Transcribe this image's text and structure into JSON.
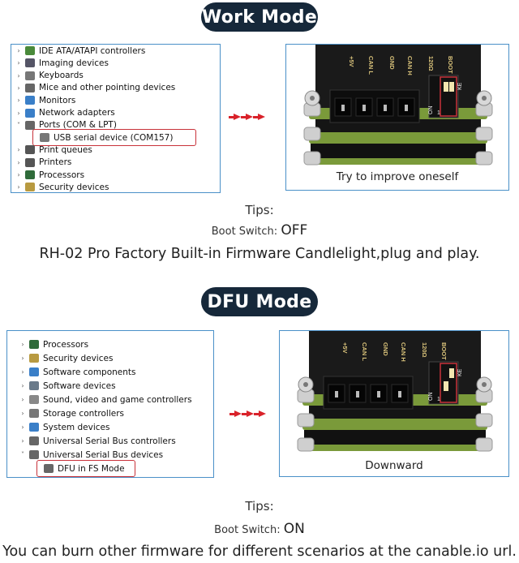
{
  "work": {
    "title": "Work Mode",
    "devices": [
      {
        "label": "IDE ATA/ATAPI controllers",
        "icon": "ide-controller-icon",
        "expanded": false
      },
      {
        "label": "Imaging devices",
        "icon": "camera-icon",
        "expanded": false
      },
      {
        "label": "Keyboards",
        "icon": "keyboard-icon",
        "expanded": false
      },
      {
        "label": "Mice and other pointing devices",
        "icon": "mouse-icon",
        "expanded": false
      },
      {
        "label": "Monitors",
        "icon": "monitor-icon",
        "expanded": false
      },
      {
        "label": "Network adapters",
        "icon": "network-adapter-icon",
        "expanded": false
      },
      {
        "label": "Ports (COM & LPT)",
        "icon": "port-icon",
        "expanded": true
      },
      {
        "label": "USB serial device (COM157)",
        "icon": "usb-serial-icon",
        "child": true,
        "highlight": true
      },
      {
        "label": "Print queues",
        "icon": "printer-icon",
        "expanded": false
      },
      {
        "label": "Printers",
        "icon": "printer-icon",
        "expanded": false
      },
      {
        "label": "Processors",
        "icon": "processor-icon",
        "expanded": false
      },
      {
        "label": "Security devices",
        "icon": "security-icon",
        "expanded": false
      }
    ],
    "board_caption": "Try to improve oneself",
    "tips_title": "Tips:",
    "boot_label": "Boot Switch:",
    "boot_value": "OFF",
    "description": "RH-02 Pro Factory Built-in Firmware Candlelight,plug and play."
  },
  "dfu": {
    "title": "DFU Mode",
    "devices": [
      {
        "label": "Processors",
        "icon": "processor-icon",
        "expanded": false
      },
      {
        "label": "Security devices",
        "icon": "security-icon",
        "expanded": false
      },
      {
        "label": "Software components",
        "icon": "software-components-icon",
        "expanded": false
      },
      {
        "label": "Software devices",
        "icon": "software-devices-icon",
        "expanded": false
      },
      {
        "label": "Sound, video and game controllers",
        "icon": "speaker-icon",
        "expanded": false
      },
      {
        "label": "Storage controllers",
        "icon": "storage-icon",
        "expanded": false
      },
      {
        "label": "System devices",
        "icon": "system-icon",
        "expanded": false
      },
      {
        "label": "Universal Serial Bus controllers",
        "icon": "usb-controller-icon",
        "expanded": false
      },
      {
        "label": "Universal Serial Bus devices",
        "icon": "usb-controller-icon",
        "expanded": true
      },
      {
        "label": "DFU in FS Mode",
        "icon": "usb-device-icon",
        "child": true,
        "highlight": true
      }
    ],
    "board_caption": "Downward",
    "tips_title": "Tips:",
    "boot_label": "Boot Switch:",
    "boot_value": "ON",
    "description": "You can burn other firmware for different scenarios at the canable.io url."
  },
  "board_silkscreen": [
    "+5V",
    "CAN L",
    "GND",
    "CAN H",
    "120Ω",
    "BOOT"
  ],
  "switch_labels": {
    "on": "ON",
    "one": "1",
    "ke": "KE"
  },
  "colors": {
    "pill": "#16283a",
    "panel_border": "#4a90c8",
    "highlight": "#c8323a",
    "arrow": "#d9222a",
    "pcb": "#7a9a3a",
    "board": "#1a1a1a"
  }
}
